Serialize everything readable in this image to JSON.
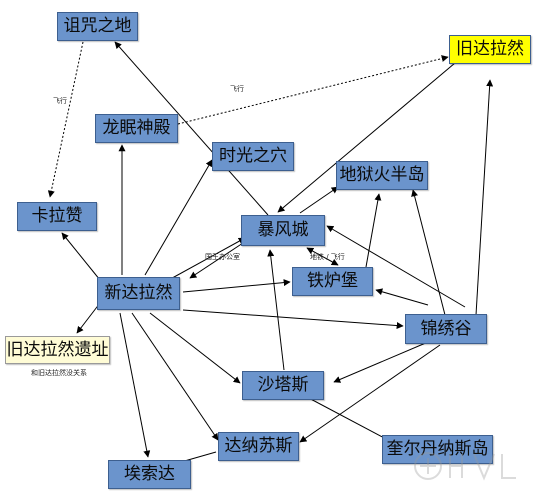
{
  "nodes": {
    "zuzhou": {
      "label": "诅咒之地"
    },
    "jiudalaran": {
      "label": "旧达拉然"
    },
    "longmian": {
      "label": "龙眠神殿"
    },
    "shiguang": {
      "label": "时光之穴"
    },
    "diyu": {
      "label": "地狱火半岛"
    },
    "kalazan": {
      "label": "卡拉赞"
    },
    "baofeng": {
      "label": "暴风城"
    },
    "tielu": {
      "label": "铁炉堡"
    },
    "xindalaran": {
      "label": "新达拉然"
    },
    "jinxiu": {
      "label": "锦绣谷"
    },
    "yizhi": {
      "label": "旧达拉然遗址"
    },
    "shatasi": {
      "label": "沙塔斯"
    },
    "danasusi": {
      "label": "达纳苏斯"
    },
    "kuier": {
      "label": "奎尔丹纳斯岛"
    },
    "aisuoda": {
      "label": "埃索达"
    }
  },
  "edge_labels": {
    "fly_left": "飞行",
    "fly_top": "飞行",
    "royal_office": "国王办公室",
    "tram_fly": "地铁 / 飞行",
    "ruins_note": "和旧达拉然没关系"
  }
}
